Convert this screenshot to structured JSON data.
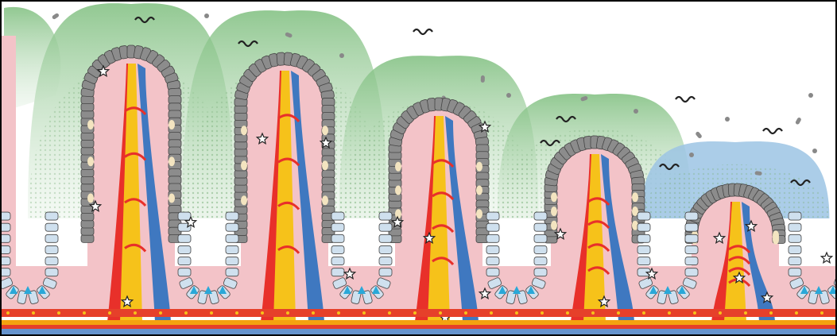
{
  "figure": {
    "frame_color": "#000000",
    "villi_count": 5,
    "villus_heights": [
      1.0,
      0.97,
      0.78,
      0.62,
      0.42
    ],
    "colors": {
      "mucus_green": "#8fc48f",
      "mucus_blue": "#9cc4e4",
      "lamina_propria": "#f3c3c8",
      "enterocyte": "#8c8c8c",
      "crypt_cell": "#cfe0ee",
      "paneth_cell": "#29a8d8",
      "goblet_cell": "#f3e4c0",
      "artery": "#e8302a",
      "vein": "#3f78c0",
      "lacteal": "#f6c21a",
      "muscularis": "#e6402a",
      "submucosa_orange": "#f4a20f",
      "bacteria": "#222222",
      "immune_cell_icon": "star-outline"
    }
  }
}
